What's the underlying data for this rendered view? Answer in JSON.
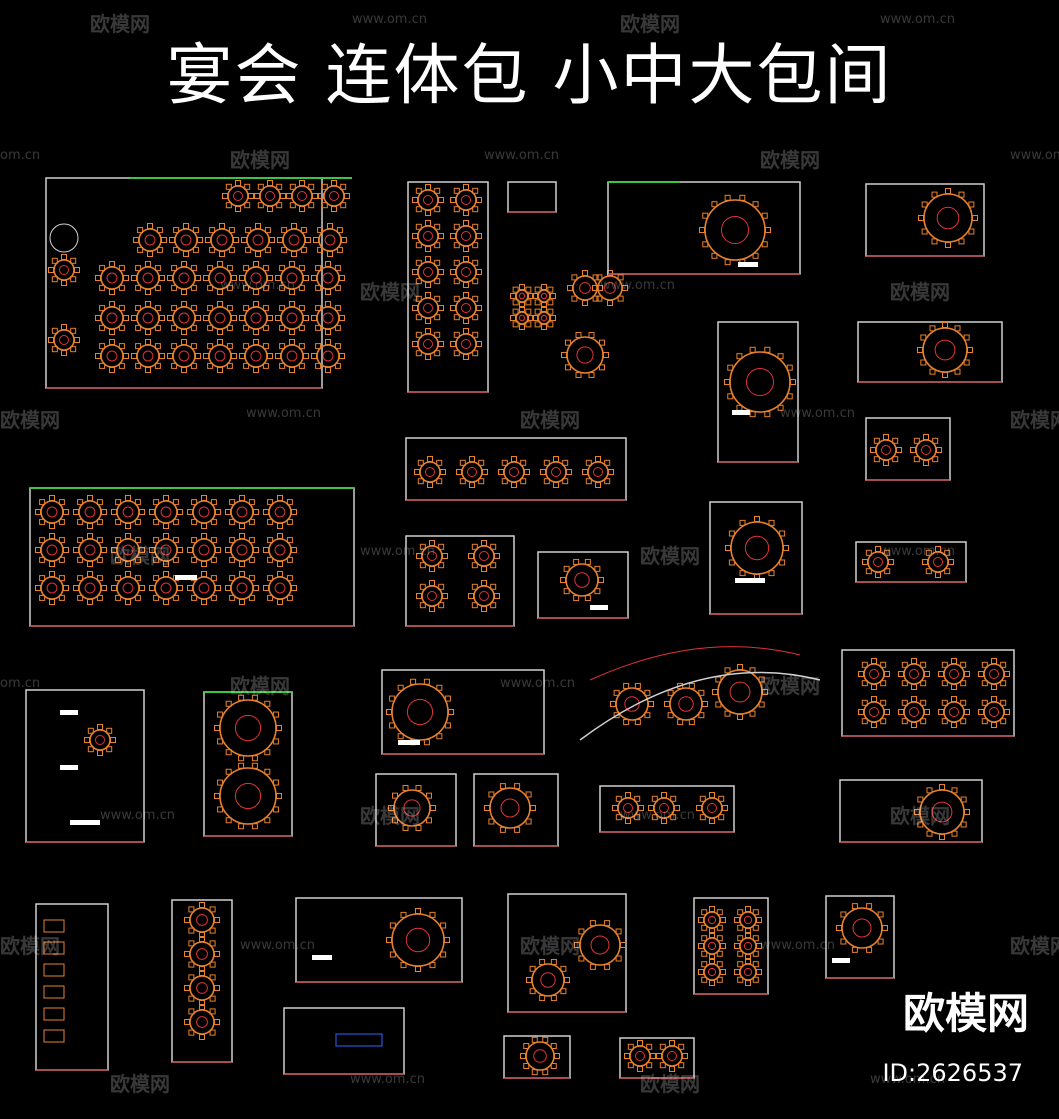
{
  "title": "宴会 连体包 小中大包间",
  "watermark": {
    "text": "欧模网",
    "url": "www.om.cn",
    "url_short": "om.cn"
  },
  "brand": {
    "name": "欧模网",
    "id": "ID:2626537"
  },
  "colors": {
    "wall": "#d0d0d0",
    "table": "#e8812c",
    "line": "#e0333a",
    "accent": "#2a66ff",
    "green": "#3fc43f",
    "yellow": "#e8d23a"
  }
}
